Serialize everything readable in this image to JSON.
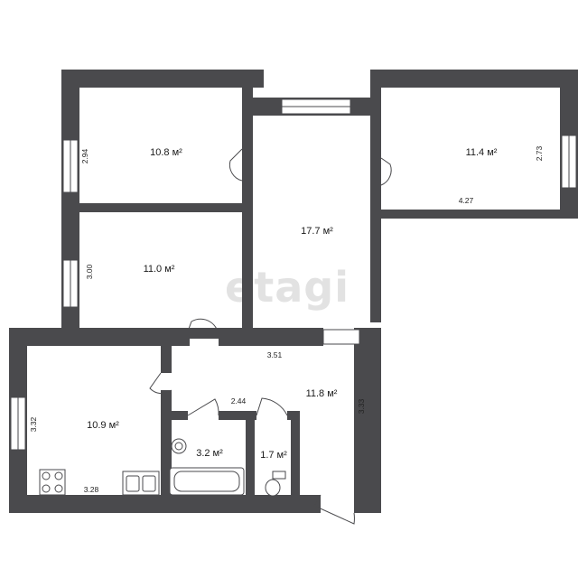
{
  "watermark": "etagi",
  "rooms": [
    {
      "id": "room-1",
      "area": "10.8 м²"
    },
    {
      "id": "room-2",
      "area": "11.0 м²"
    },
    {
      "id": "room-3",
      "area": "17.7 м²"
    },
    {
      "id": "room-4",
      "area": "11.4 м²"
    },
    {
      "id": "room-5",
      "area": "10.9 м²"
    },
    {
      "id": "room-6",
      "area": "11.8 м²"
    },
    {
      "id": "room-7",
      "area": "3.2 м²"
    },
    {
      "id": "room-8",
      "area": "1.7 м²"
    }
  ],
  "dimensions": [
    "2.94",
    "3.00",
    "4.27",
    "2.73",
    "3.51",
    "2.44",
    "3.33",
    "3.32",
    "3.28"
  ],
  "icons": [
    "stove-icon",
    "sink-icon",
    "washbasin-icon",
    "bathtub-icon",
    "toilet-icon"
  ],
  "colors": {
    "wall": "#4a4a4d",
    "background": "#ffffff",
    "watermark": "#e2e2e2"
  }
}
